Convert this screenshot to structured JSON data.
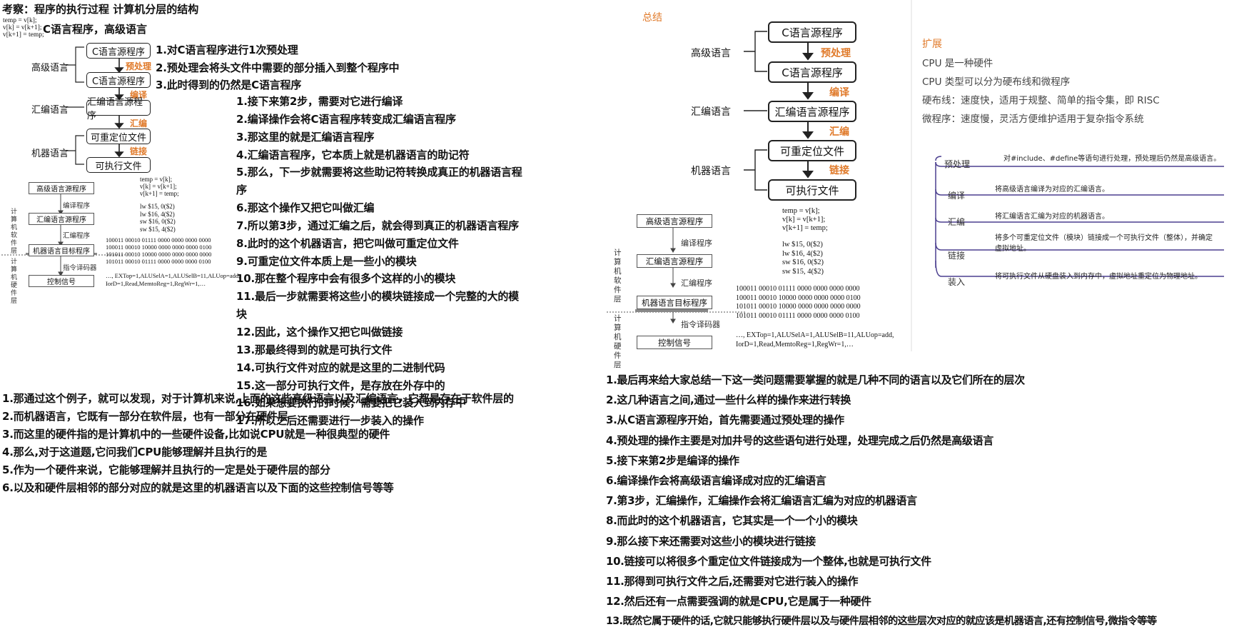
{
  "header": {
    "title": "考察：程序的执行过程 计算机分层的结构",
    "code_snippet": [
      "temp = v[k];",
      "v[k] = v[k+1];",
      "v[k+1] = temp;"
    ],
    "subtitle": "C语言程序，高级语言"
  },
  "left_diagram": {
    "layers": {
      "high": "高级语言",
      "asm": "汇编语言",
      "machine": "机器语言"
    },
    "boxes": {
      "c_src": "C语言源程序",
      "c_src2": "C语言源程序",
      "asm_src": "汇编语言源程序",
      "reloc": "可重定位文件",
      "exe": "可执行文件"
    },
    "ops": {
      "preprocess": "预处理",
      "compile": "编译",
      "assemble": "汇编",
      "link": "链接"
    }
  },
  "small_diagram": {
    "boxes": {
      "high": "高级语言源程序",
      "asm": "汇编语言源程序",
      "machine": "机器语言目标程序",
      "ctrl": "控制信号"
    },
    "arrows": {
      "compile": "编译程序",
      "assemble": "汇编程序",
      "decoder": "指令译码器"
    },
    "software_label": [
      "计",
      "算",
      "机",
      "软",
      "件",
      "层"
    ],
    "hardware_label": [
      "计",
      "算",
      "机",
      "硬",
      "件",
      "层"
    ],
    "code": [
      "temp = v[k];",
      "v[k] = v[k+1];",
      "v[k+1] = temp;"
    ],
    "asm": [
      "lw $15, 0($2)",
      "lw $16, 4($2)",
      "sw $16, 0($2)",
      "sw $15, 4($2)"
    ],
    "binary": [
      "100011 00010 01111 0000 0000 0000 0000",
      "100011 00010 10000 0000 0000 0000 0100",
      "101011 00010 10000 0000 0000 0000 0000",
      "101011 00010 01111 0000 0000 0000 0100"
    ],
    "signals": [
      "…, EXTop=1,ALUSelA=1,ALUSelB=11,ALUop=add,",
      "IorD=1,Read,MemtoReg=1,RegWr=1,…"
    ]
  },
  "notes_a": [
    "1.对C语言程序进行1次预处理",
    "2.预处理会将头文件中需要的部分插入到整个程序中",
    "3.此时得到的仍然是C语言程序"
  ],
  "notes_b": [
    "1.接下来第2步，需要对它进行编译",
    "2.编译操作会将C语言程序转变成汇编语言程序",
    "3.那这里的就是汇编语言程序",
    "4.汇编语言程序，它本质上就是机器语言的助记符",
    "5.那么，下一步就需要将这些助记符转换成真正的机器语言程序",
    "6.那这个操作又把它叫做汇编",
    "7.所以第3步，通过汇编之后，就会得到真正的机器语言程序",
    "8.此时的这个机器语言，把它叫做可重定位文件",
    "9.可重定位文件本质上是一些小的模块",
    "10.那在整个程序中会有很多个这样的小的模块",
    "11.最后一步就需要将这些小的模块链接成一个完整的大的模块",
    "12.因此，这个操作又把它叫做链接",
    "13.那最终得到的就是可执行文件",
    "14.可执行文件对应的就是这里的二进制代码",
    "15.这一部分可执行文件，是存放在外存中的",
    "16.如果想要执行的时候，需要把它装入到内存中",
    "17.所以之后还需要进行一步装入的操作"
  ],
  "notes_c": [
    "1.那通过这个例子，就可以发现，对于计算机来说,上面的这些高级语言以及汇编语言，它都是存在于软件层的",
    "2.而机器语言，它既有一部分在软件层，也有一部分在硬件层",
    "3.而这里的硬件指的是计算机中的一些硬件设备,比如说CPU就是一种很典型的硬件",
    "4.那么,对于这道题,它问我们CPU能够理解并且执行的是",
    "5.作为一个硬件来说，它能够理解并且执行的一定是处于硬件层的部分",
    "6.以及和硬件层相邻的部分对应的就是这里的机器语言以及下面的这些控制信号等等"
  ],
  "summary": {
    "title": "总结",
    "layers": {
      "high": "高级语言",
      "asm": "汇编语言",
      "machine": "机器语言"
    },
    "boxes": {
      "c_src": "C语言源程序",
      "c_src2": "C语言源程序",
      "asm_src": "汇编语言源程序",
      "reloc": "可重定位文件",
      "exe": "可执行文件"
    },
    "ops": {
      "preprocess": "预处理",
      "compile": "编译",
      "assemble": "汇编",
      "link": "链接"
    }
  },
  "extension": {
    "title": "扩展",
    "lines": [
      "CPU 是一种硬件",
      "CPU 类型可以分为硬布线和微程序",
      "硬布线：速度快，适用于规整、简单的指令集，即 RISC",
      "微程序：速度慢，灵活方便维护适用于复杂指令系统"
    ]
  },
  "mindmap": {
    "nodes": [
      {
        "label": "预处理",
        "text": [
          "对#include、#define等语句进行处理，预处理后仍然是高级语言。"
        ]
      },
      {
        "label": "编译",
        "text": [
          "将高级语言编译为对应的汇编语言。"
        ]
      },
      {
        "label": "汇编",
        "text": [
          "将汇编语言汇编为对应的机器语言。"
        ]
      },
      {
        "label": "链接",
        "text": [
          "将多个可重定位文件（模块）链接成一个可执行文件（整体），并确定",
          "虚拟地址。"
        ]
      },
      {
        "label": "装入",
        "text": [
          "将可执行文件从硬盘装入到内存中，虚拟地址重定位为物理地址。"
        ]
      }
    ]
  },
  "notes_d": [
    "1.最后再来给大家总结一下这一类问题需要掌握的就是几种不同的语言以及它们所在的层次",
    "2.这几种语言之间,通过一些什么样的操作来进行转换",
    "3.从C语言源程序开始，首先需要通过预处理的操作",
    "4.预处理的操作主要是对加井号的这些语句进行处理，处理完成之后仍然是高级语言",
    "5.接下来第2步是编译的操作",
    "6.编译操作会将高级语言编译成对应的汇编语言",
    "7.第3步，汇编操作，汇编操作会将汇编语言汇编为对应的机器语言",
    "8.而此时的这个机器语言，它其实是一个一个小的模块",
    "9.那么接下来还需要对这些小的模块进行链接",
    "10.链接可以将很多个重定位文件链接成为一个整体,也就是可执行文件",
    "11.那得到可执行文件之后,还需要对它进行装入的操作",
    "12.然后还有一点需要强调的就是CPU,它是属于一种硬件",
    "13.既然它属于硬件的话,它就只能够执行硬件层以及与硬件层相邻的这些层次对应的就应该是机器语言,还有控制信号,微指令等等"
  ],
  "colors": {
    "accent": "#e07a2a",
    "mindmap_line": "#4b3f8f"
  }
}
